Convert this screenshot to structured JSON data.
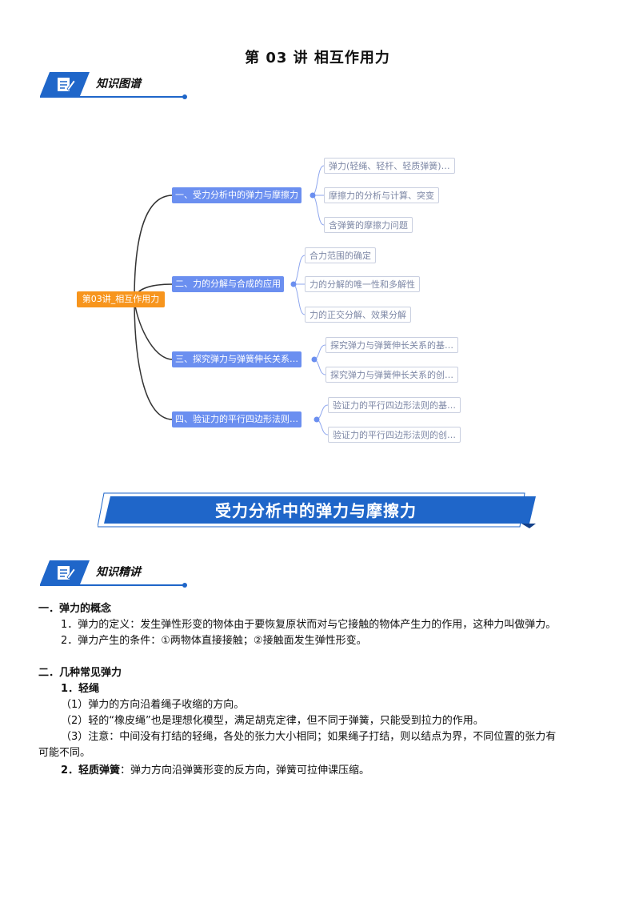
{
  "doc": {
    "title": "第 03 讲  相互作用力"
  },
  "section_headers": {
    "map": "知识图谱",
    "lecture": "知识精讲"
  },
  "mindmap": {
    "root": "第03讲_相互作用力",
    "branches": [
      {
        "label": "一、受力分析中的弹力与摩擦力",
        "children": [
          "弹力(轻绳、轻杆、轻质弹簧)…",
          "摩擦力的分析与计算、突变",
          "含弹簧的摩擦力问题"
        ]
      },
      {
        "label": "二、力的分解与合成的应用",
        "children": [
          "合力范围的确定",
          "力的分解的唯一性和多解性",
          "力的正交分解、效果分解"
        ]
      },
      {
        "label": "三、探究弹力与弹簧伸长关系…",
        "children": [
          "探究弹力与弹簧伸长关系的基…",
          "探究弹力与弹簧伸长关系的创…"
        ]
      },
      {
        "label": "四、验证力的平行四边形法则…",
        "children": [
          "验证力的平行四边形法则的基…",
          "验证力的平行四边形法则的创…"
        ]
      }
    ]
  },
  "banner": {
    "text": "受力分析中的弹力与摩擦力"
  },
  "content": {
    "s1_title": "一．弹力的概念",
    "s1_l1": "1．弹力的定义：发生弹性形变的物体由于要恢复原状而对与它接触的物体产生力的作用，这种力叫做弹力。",
    "s1_l2": "2．弹力产生的条件：①两物体直接接触；②接触面发生弹性形变。",
    "s2_title": "二．几种常见弹力",
    "s2_sub1": "1．轻绳",
    "s2_p1": "（1）弹力的方向沿着绳子收缩的方向。",
    "s2_p2": "（2）轻的“橡皮绳”也是理想化模型，满足胡克定律，但不同于弹簧，只能受到拉力的作用。",
    "s2_p3a": "（3）注意：中间没有打结的轻绳，各处的张力大小相同；如果绳子打结，则以结点为界，不同位置的张力有",
    "s2_p3b": "可能不同。",
    "s2_sub2_label": "2．轻质弹簧",
    "s2_sub2_text": "：弹力方向沿弹簧形变的反方向，弹簧可拉伸课压缩。"
  }
}
